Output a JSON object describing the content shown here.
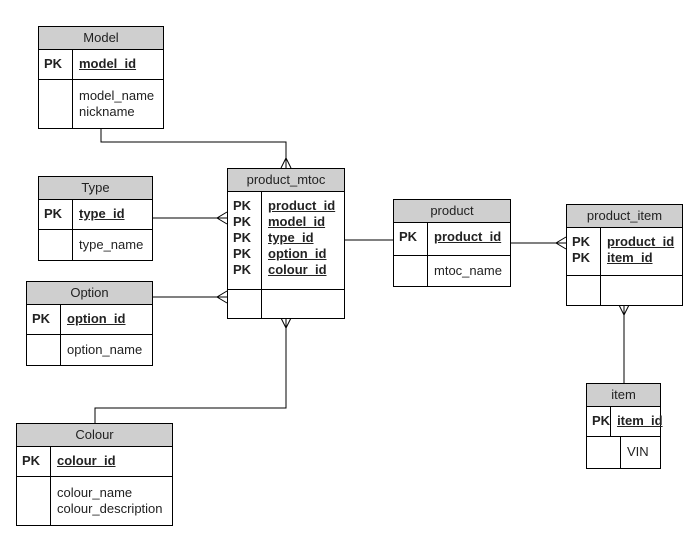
{
  "pk_label": "PK",
  "entities": {
    "model": {
      "title": "Model",
      "pk": [
        "model_id"
      ],
      "fields": [
        "model_name",
        "nickname"
      ]
    },
    "type": {
      "title": "Type",
      "pk": [
        "type_id"
      ],
      "fields": [
        "type_name"
      ]
    },
    "option": {
      "title": "Option",
      "pk": [
        "option_id"
      ],
      "fields": [
        "option_name"
      ]
    },
    "colour": {
      "title": "Colour",
      "pk": [
        "colour_id"
      ],
      "fields": [
        "colour_name",
        "colour_description"
      ]
    },
    "product_mtoc": {
      "title": "product_mtoc",
      "pk": [
        "product_id",
        "model_id",
        "type_id",
        "option_id",
        "colour_id"
      ],
      "fields": []
    },
    "product": {
      "title": "product",
      "pk": [
        "product_id"
      ],
      "fields": [
        "mtoc_name"
      ]
    },
    "product_item": {
      "title": "product_item",
      "pk": [
        "product_id",
        "item_id"
      ],
      "fields": []
    },
    "item": {
      "title": "item",
      "pk": [
        "item_id"
      ],
      "fields": [
        "VIN"
      ]
    }
  },
  "relationships": [
    {
      "from": "model",
      "to": "product_mtoc",
      "to_card": "many"
    },
    {
      "from": "type",
      "to": "product_mtoc",
      "to_card": "many"
    },
    {
      "from": "option",
      "to": "product_mtoc",
      "to_card": "many"
    },
    {
      "from": "colour",
      "to": "product_mtoc",
      "to_card": "many"
    },
    {
      "from": "product_mtoc",
      "to": "product",
      "to_card": "one"
    },
    {
      "from": "product",
      "to": "product_item",
      "to_card": "many"
    },
    {
      "from": "item",
      "to": "product_item",
      "to_card": "many"
    }
  ]
}
